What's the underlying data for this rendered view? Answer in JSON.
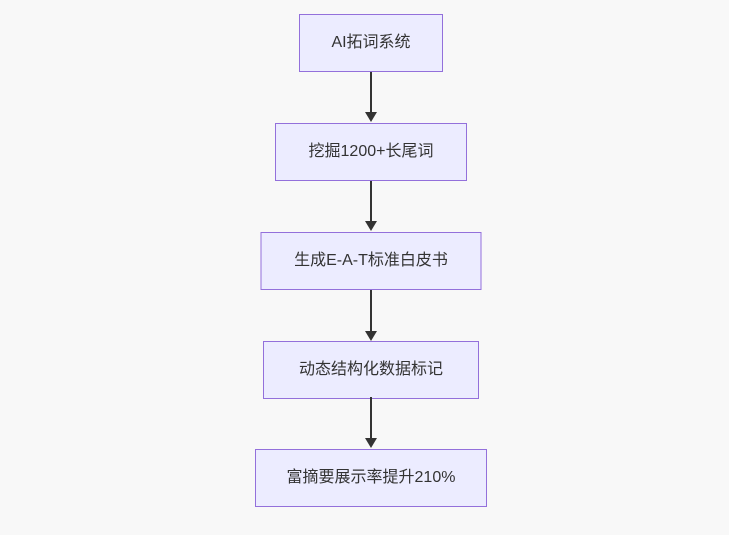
{
  "diagram": {
    "type": "flowchart",
    "direction": "top-down",
    "nodes": [
      {
        "label": "AI拓词系统"
      },
      {
        "label": "挖掘1200+长尾词"
      },
      {
        "label": "生成E-A-T标准白皮书"
      },
      {
        "label": "动态结构化数据标记"
      },
      {
        "label": "富摘要展示率提升210%"
      }
    ],
    "edges": [
      {
        "from": 0,
        "to": 1,
        "style": "arrow-down"
      },
      {
        "from": 1,
        "to": 2,
        "style": "arrow-down"
      },
      {
        "from": 2,
        "to": 3,
        "style": "arrow-down"
      },
      {
        "from": 3,
        "to": 4,
        "style": "arrow-down"
      }
    ]
  },
  "colors": {
    "background": "#f8f8f8",
    "node_fill": "#ececff",
    "node_border": "#9370db",
    "node_text": "#333333",
    "edge_color": "#333333"
  }
}
